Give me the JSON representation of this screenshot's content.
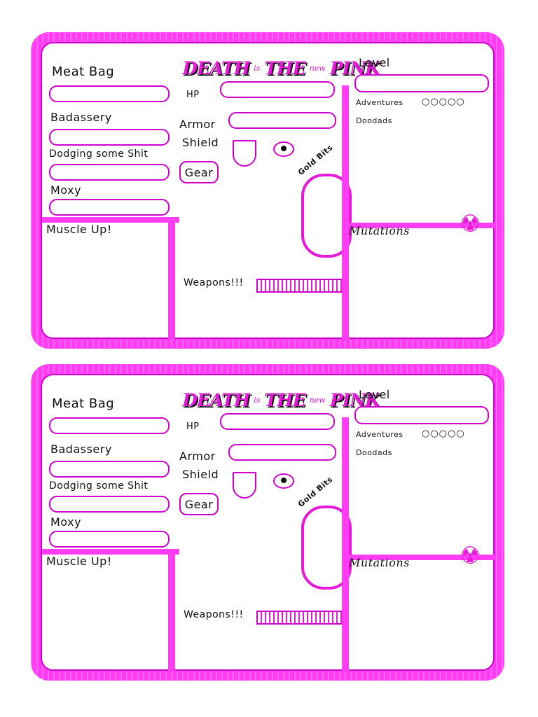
{
  "sheets": [
    {
      "title": {
        "part1": "DEATH",
        "part2": "is",
        "part3": "THE",
        "part4": "new",
        "part5": "PINK"
      },
      "labels": {
        "meat_bag": "Meat Bag",
        "badassery": "Badassery",
        "dodging": "Dodging some Shit",
        "moxy": "Moxy",
        "muscle_up": "Muscle Up!",
        "hp": "HP",
        "armor": "Armor",
        "shield": "Shield",
        "gear": "Gear",
        "gold_bits": "Gold Bits",
        "weapons": "Weapons!!!",
        "level": "Level",
        "adventures": "Adventures",
        "adventure_dots": "○○○○○",
        "doodads": "Doodads",
        "mutations": "Mutations"
      }
    },
    {
      "title": {
        "part1": "DEATH",
        "part2": "is",
        "part3": "THE",
        "part4": "new",
        "part5": "PINK"
      },
      "labels": {
        "meat_bag": "Meat Bag",
        "badassery": "Badassery",
        "dodging": "Dodging some Shit",
        "moxy": "Moxy",
        "muscle_up": "Muscle Up!",
        "hp": "HP",
        "armor": "Armor",
        "shield": "Shield",
        "gear": "Gear",
        "gold_bits": "Gold Bits",
        "weapons": "Weapons!!!",
        "level": "Level",
        "adventures": "Adventures",
        "adventure_dots": "○○○○○",
        "doodads": "Doodads",
        "mutations": "Mutations"
      }
    }
  ],
  "colors": {
    "pink": "#ff3df2",
    "pink_dark": "#d000cc",
    "ink": "#111111"
  }
}
